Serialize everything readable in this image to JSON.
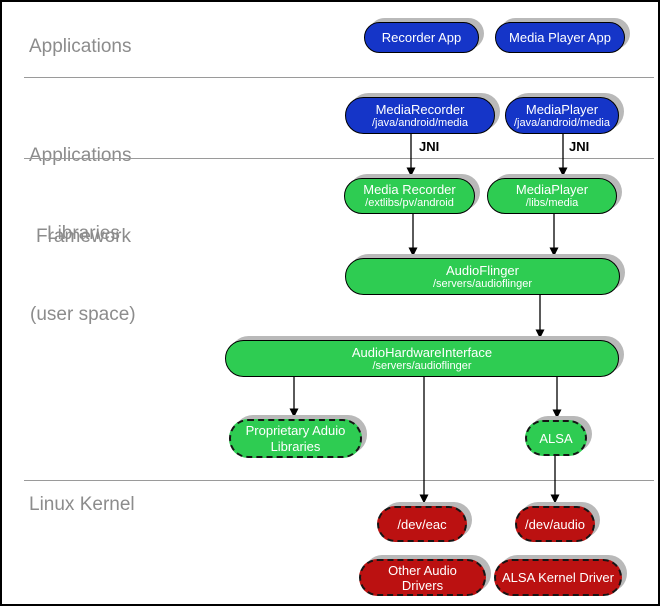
{
  "palette": {
    "box_blue": "#1535c8",
    "box_green": "#2ecc52",
    "box_red": "#bb1111",
    "shadow_gray": "#b9b9b9",
    "section_label_gray": "#8c8c8c",
    "divider_gray": "#9a9a9a",
    "box_text": "#ffffff",
    "arrow_black": "#000000"
  },
  "sections": {
    "applications": {
      "label": "Applications"
    },
    "framework": {
      "line1": "Applications",
      "line2": "Framework"
    },
    "libraries": {
      "line1": "Libraries",
      "line2": "(user space)"
    },
    "kernel": {
      "label": "Linux Kernel"
    }
  },
  "nodes": {
    "recorder_app": {
      "title": "Recorder App"
    },
    "media_player_app": {
      "title": "Media Player App"
    },
    "media_recorder_framework": {
      "title": "MediaRecorder",
      "subtitle": "/java/android/media"
    },
    "media_player_framework": {
      "title": "MediaPlayer",
      "subtitle": "/java/android/media"
    },
    "media_recorder_lib": {
      "title": "Media Recorder",
      "subtitle": "/extlibs/pv/android"
    },
    "media_player_lib": {
      "title": "MediaPlayer",
      "subtitle": "/libs/media"
    },
    "audioflinger": {
      "title": "AudioFlinger",
      "subtitle": "/servers/audioflinger"
    },
    "audio_hardware_interface": {
      "title": "AudioHardwareInterface",
      "subtitle": "/servers/audioflinger"
    },
    "proprietary_audio_libraries": {
      "title": "Proprietary Aduio Libraries"
    },
    "alsa": {
      "title": "ALSA"
    },
    "dev_eac": {
      "title": "/dev/eac"
    },
    "dev_audio": {
      "title": "/dev/audio"
    },
    "other_audio_drivers": {
      "title": "Other Audio Drivers"
    },
    "alsa_kernel_driver": {
      "title": "ALSA Kernel Driver"
    }
  },
  "connectors": {
    "jni_label": "JNI"
  }
}
